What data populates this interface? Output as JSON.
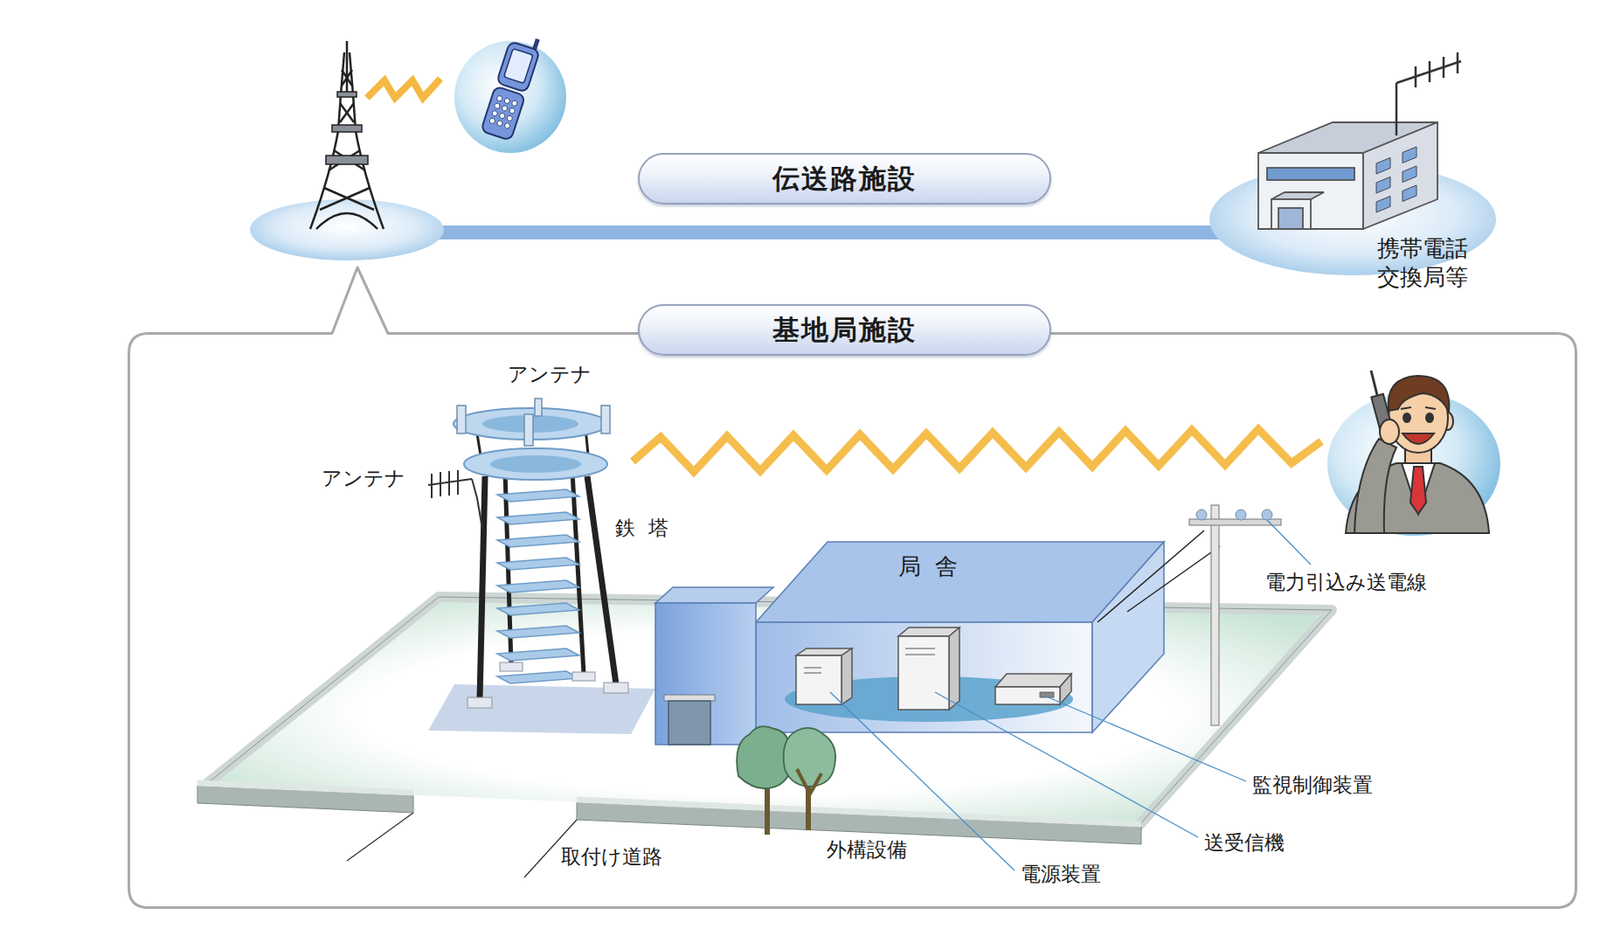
{
  "diagram": {
    "nodes": [
      {
        "text": [
          "伝送路施設"
        ]
      },
      {
        "text": [
          "携帯電話 交換局等"
        ]
      },
      {
        "text": [
          "基地局施設"
        ]
      }
    ],
    "labels": [
      "アンテナ",
      "アンテナ",
      "鉄 塔",
      "局 舎",
      "電力引込み送電線",
      "監視制御装置",
      "送受信機",
      "電源装置",
      "外構設備",
      "取付け道路"
    ]
  }
}
